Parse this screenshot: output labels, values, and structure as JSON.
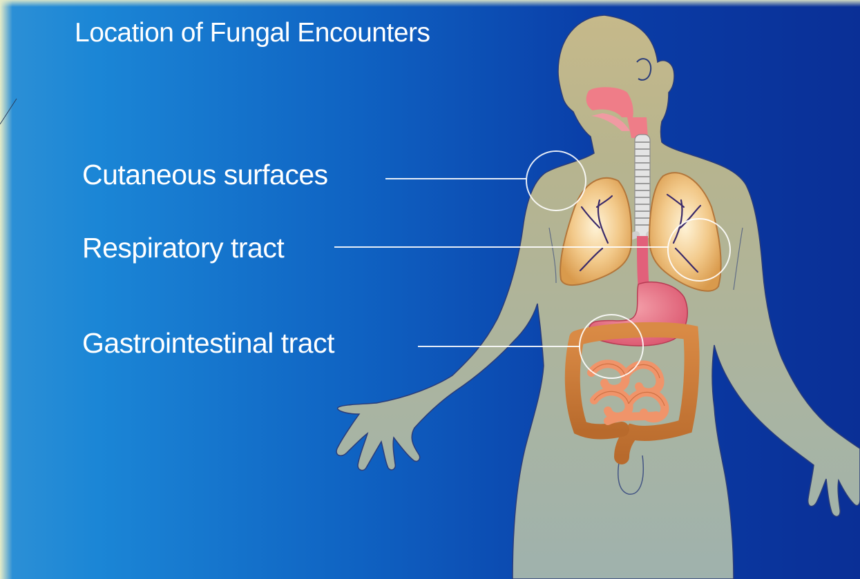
{
  "title": "Location of Fungal Encounters",
  "labels": {
    "cutaneous": "Cutaneous surfaces",
    "respiratory": "Respiratory tract",
    "gastrointestinal": "Gastrointestinal tract"
  },
  "colors": {
    "background_light": "#1b86d6",
    "background_dark": "#0a2f96",
    "body_skin": "#b8b98e",
    "lungs": "#e8b870",
    "stomach": "#e56a7a",
    "intestines": "#e8894a",
    "label_text": "#ffffff"
  }
}
